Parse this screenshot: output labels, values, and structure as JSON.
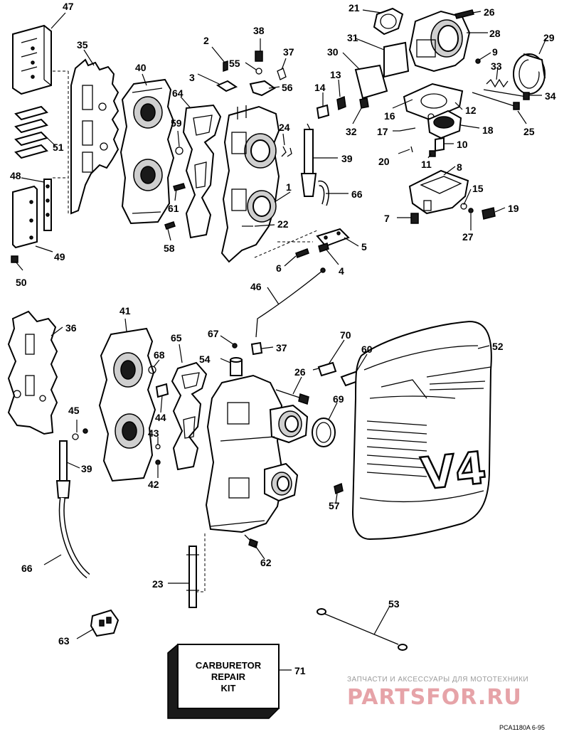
{
  "callouts": {
    "c1": "1",
    "c2": "2",
    "c3": "3",
    "c4": "4",
    "c5": "5",
    "c6": "6",
    "c7": "7",
    "c8": "8",
    "c9": "9",
    "c10": "10",
    "c11": "11",
    "c12": "12",
    "c13": "13",
    "c14": "14",
    "c15": "15",
    "c16": "16",
    "c17": "17",
    "c18": "18",
    "c19": "19",
    "c20": "20",
    "c21": "21",
    "c22": "22",
    "c23": "23",
    "c24": "24",
    "c25": "25",
    "c26": "26",
    "c26b": "26",
    "c27": "27",
    "c28": "28",
    "c29": "29",
    "c30": "30",
    "c31": "31",
    "c32": "32",
    "c33": "33",
    "c34": "34",
    "c35": "35",
    "c36": "36",
    "c37": "37",
    "c37b": "37",
    "c38": "38",
    "c39": "39",
    "c39b": "39",
    "c40": "40",
    "c41": "41",
    "c42": "42",
    "c43": "43",
    "c44": "44",
    "c45": "45",
    "c46": "46",
    "c47": "47",
    "c48": "48",
    "c49": "49",
    "c50": "50",
    "c51": "51",
    "c52": "52",
    "c53": "53",
    "c54": "54",
    "c55": "55",
    "c56": "56",
    "c57": "57",
    "c58": "58",
    "c59": "59",
    "c60": "60",
    "c61": "61",
    "c62": "62",
    "c63": "63",
    "c64": "64",
    "c65": "65",
    "c66": "66",
    "c66b": "66",
    "c67": "67",
    "c68": "68",
    "c69": "69",
    "c70": "70",
    "c71": "71"
  },
  "kit": {
    "line1": "CARBURETOR",
    "line2": "REPAIR",
    "line3": "KIT"
  },
  "cover_badge": "V4",
  "watermark": {
    "caption": "ЗАПЧАСТИ И АКСЕССУАРЫ ДЛЯ МОТОТЕХНИКИ",
    "logo": "PARTSFOR.RU"
  },
  "drawing_code": "PCA1180A  6-95"
}
